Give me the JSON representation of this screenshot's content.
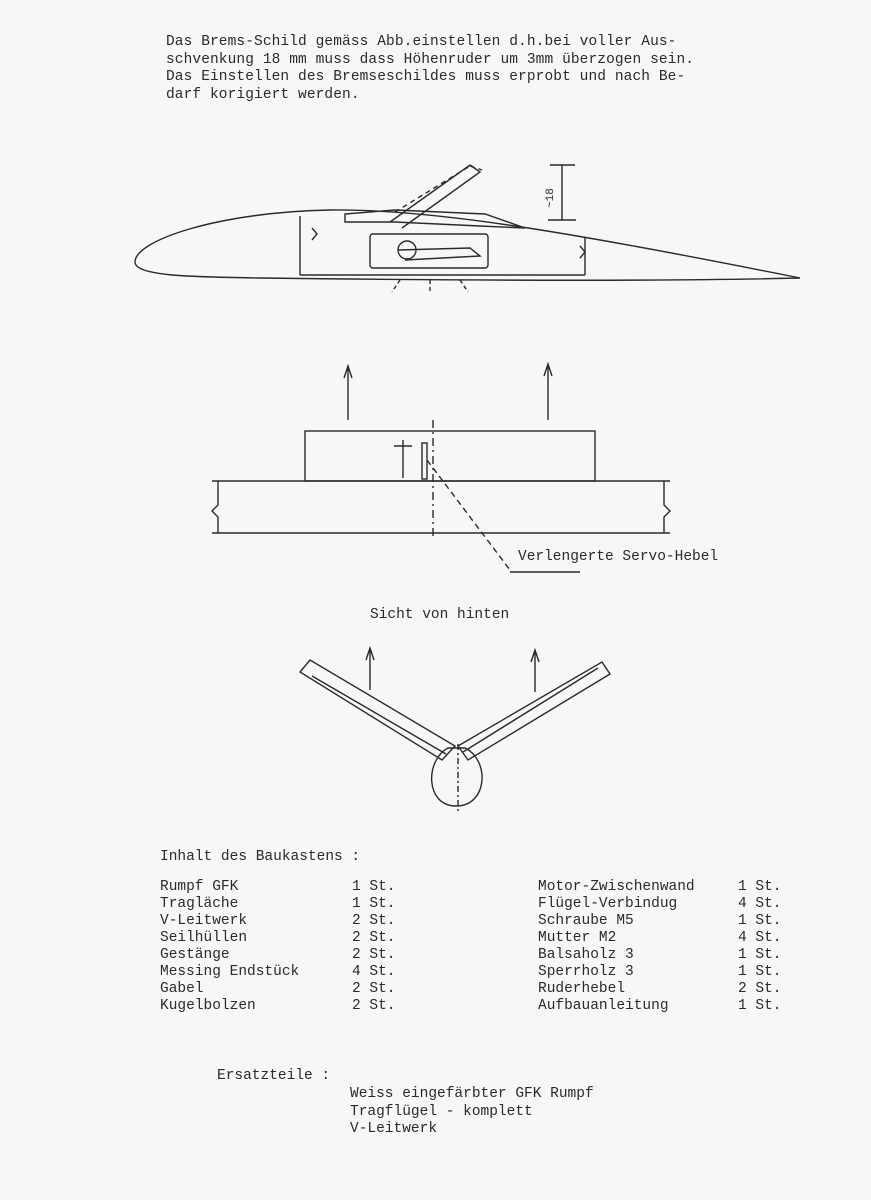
{
  "intro": {
    "lines": [
      "Das Brems-Schild gemäss Abb.einstellen d.h.bei voller Aus-",
      "schvenkung 18 mm muss dass Höhenruder um 3mm überzogen sein.",
      "Das Einstellen des Bremseschildes muss erprobt und nach Be-",
      "darf korigiert werden."
    ]
  },
  "figures": {
    "dimension_label": "~18",
    "servo_label": "Verlengerte Servo-Hebel",
    "rear_view_label": "Sicht von hinten"
  },
  "contents": {
    "title": "Inhalt des Baukastens :",
    "left": [
      {
        "name": "Rumpf GFK",
        "qty": "1 St."
      },
      {
        "name": "Tragläche",
        "qty": "1 St."
      },
      {
        "name": "V-Leitwerk",
        "qty": "2 St."
      },
      {
        "name": "Seilhüllen",
        "qty": "2 St."
      },
      {
        "name": "Gestänge",
        "qty": "2 St."
      },
      {
        "name": "Messing Endstück",
        "qty": "4 St."
      },
      {
        "name": "Gabel",
        "qty": "2 St."
      },
      {
        "name": "Kugelbolzen",
        "qty": "2 St."
      }
    ],
    "right": [
      {
        "name": "Motor-Zwischenwand",
        "qty": "1 St."
      },
      {
        "name": "Flügel-Verbindug",
        "qty": "4 St."
      },
      {
        "name": "Schraube M5",
        "qty": "1 St."
      },
      {
        "name": "Mutter M2",
        "qty": "4 St."
      },
      {
        "name": "Balsaholz 3",
        "qty": "1 St."
      },
      {
        "name": "Sperrholz 3",
        "qty": "1 St."
      },
      {
        "name": "Ruderhebel",
        "qty": "2 St."
      },
      {
        "name": "Aufbauanleitung",
        "qty": "1 St."
      }
    ]
  },
  "spare_parts": {
    "title": "Ersatzteile :",
    "items": [
      "Weiss eingefärbter GFK Rumpf",
      "Tragflügel - komplett",
      "V-Leitwerk"
    ]
  }
}
